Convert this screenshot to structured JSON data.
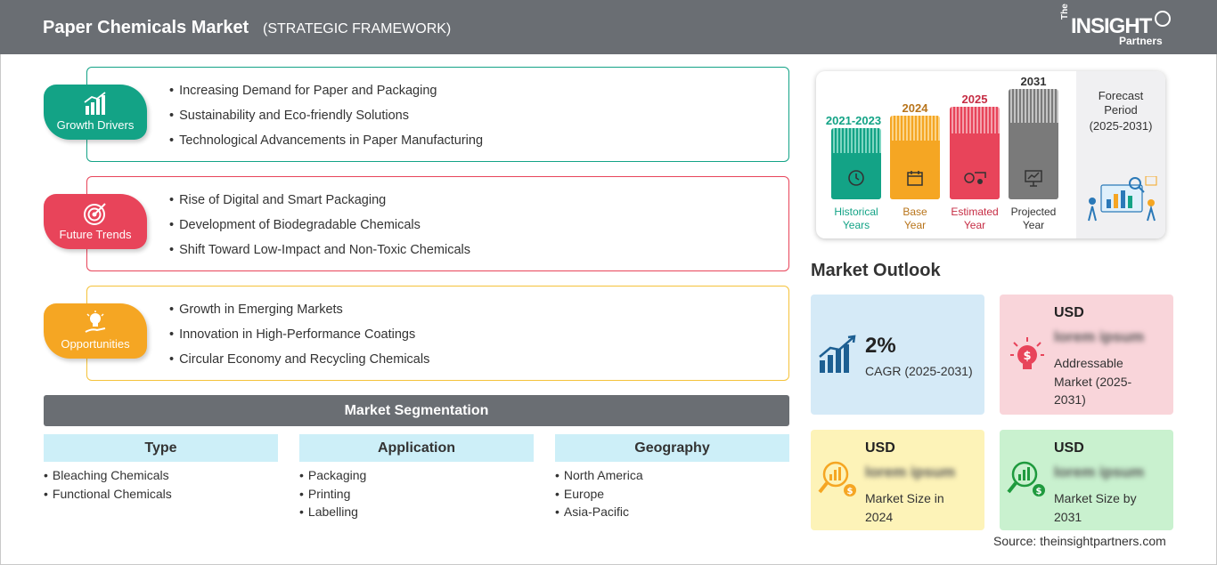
{
  "header": {
    "title": "Paper Chemicals Market",
    "subtitle": "(STRATEGIC FRAMEWORK)"
  },
  "logo": {
    "the": "The",
    "insight": "INSIGHT",
    "partners": "Partners"
  },
  "sections": [
    {
      "label": "Growth Drivers",
      "color": "#13a386",
      "icon": "bar-chart-growth-icon",
      "items": [
        "Increasing Demand for Paper and Packaging",
        "Sustainability and Eco-friendly Solutions",
        "Technological Advancements in Paper Manufacturing"
      ]
    },
    {
      "label": "Future Trends",
      "color": "#e8445a",
      "icon": "target-icon",
      "items": [
        "Rise of Digital and Smart Packaging",
        "Development of Biodegradable Chemicals",
        "Shift Toward Low-Impact and Non-Toxic Chemicals"
      ]
    },
    {
      "label": "Opportunities",
      "color": "#f5a623",
      "icon": "lightbulb-hand-icon",
      "items": [
        "Growth in Emerging Markets",
        "Innovation in High-Performance Coatings",
        "Circular Economy and Recycling Chemicals"
      ]
    }
  ],
  "segmentation": {
    "title": "Market Segmentation",
    "columns": [
      {
        "head": "Type",
        "items": [
          "Bleaching Chemicals",
          "Functional Chemicals"
        ]
      },
      {
        "head": "Application",
        "items": [
          "Packaging",
          "Printing",
          "Labelling"
        ]
      },
      {
        "head": "Geography",
        "items": [
          "North America",
          "Europe",
          "Asia-Pacific"
        ]
      }
    ]
  },
  "timeline": {
    "periods": [
      {
        "year": "2021-2023",
        "caption_1": "Historical",
        "caption_2": "Years",
        "color": "#13a386",
        "icon": "history-clock-icon"
      },
      {
        "year": "2024",
        "caption_1": "Base",
        "caption_2": "Year",
        "color": "#f5a623",
        "icon": "calendar-icon"
      },
      {
        "year": "2025",
        "caption_1": "Estimated",
        "caption_2": "Year",
        "color": "#e8445a",
        "icon": "gears-chart-icon"
      },
      {
        "year": "2031",
        "caption_1": "Projected",
        "caption_2": "Year",
        "color": "#7a7a7a",
        "icon": "presentation-board-icon"
      }
    ],
    "forecast_1": "Forecast",
    "forecast_2": "Period",
    "forecast_3": "(2025-2031)"
  },
  "outlook": {
    "title": "Market Outlook",
    "cagr": {
      "value": "2%",
      "label": "CAGR (2025-2031)",
      "bg": "#d5eaf7"
    },
    "addressable": {
      "usd": "USD",
      "value": "lorem ipsum",
      "label": "Addressable Market (2025-2031)",
      "bg": "#f9d5da"
    },
    "size_2024": {
      "usd": "USD",
      "value": "lorem ipsum",
      "label": "Market Size in 2024",
      "bg": "#fdf3b8"
    },
    "size_2031": {
      "usd": "USD",
      "value": "lorem ipsum",
      "label": "Market Size by 2031",
      "bg": "#c9f1cf"
    }
  },
  "source": "Source: theinsightpartners.com"
}
